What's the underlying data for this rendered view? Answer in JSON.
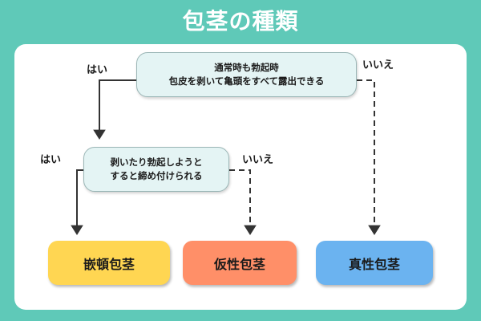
{
  "header": {
    "title": "包茎の種類",
    "background_color": "#5FC9B8",
    "title_color": "#FFFFFF"
  },
  "card": {
    "background_color": "#FFFFFF"
  },
  "flowchart": {
    "type": "decision-tree",
    "nodes": [
      {
        "id": "q1",
        "kind": "decision",
        "line1": "通常時も勃起時",
        "line2": "包皮を剥いて亀頭をすべて露出できる",
        "fill": "#E4F4F4"
      },
      {
        "id": "q2",
        "kind": "decision",
        "line1": "剥いたり勃起しようと",
        "line2": "すると締め付けられる",
        "fill": "#E4F4F4"
      },
      {
        "id": "r1",
        "kind": "result",
        "label": "嵌頓包茎",
        "fill": "#FFD652"
      },
      {
        "id": "r2",
        "kind": "result",
        "label": "仮性包茎",
        "fill": "#FF8F68"
      },
      {
        "id": "r3",
        "kind": "result",
        "label": "真性包茎",
        "fill": "#6BB3F0"
      }
    ],
    "edges": [
      {
        "id": "e1",
        "from": "q1",
        "to": "q2",
        "label": "はい",
        "style": "solid"
      },
      {
        "id": "e2",
        "from": "q1",
        "to": "r3",
        "label": "いいえ",
        "style": "dashed"
      },
      {
        "id": "e3",
        "from": "q2",
        "to": "r1",
        "label": "はい",
        "style": "solid"
      },
      {
        "id": "e4",
        "from": "q2",
        "to": "r2",
        "label": "いいえ",
        "style": "dashed"
      }
    ],
    "line_color": "#333333"
  }
}
